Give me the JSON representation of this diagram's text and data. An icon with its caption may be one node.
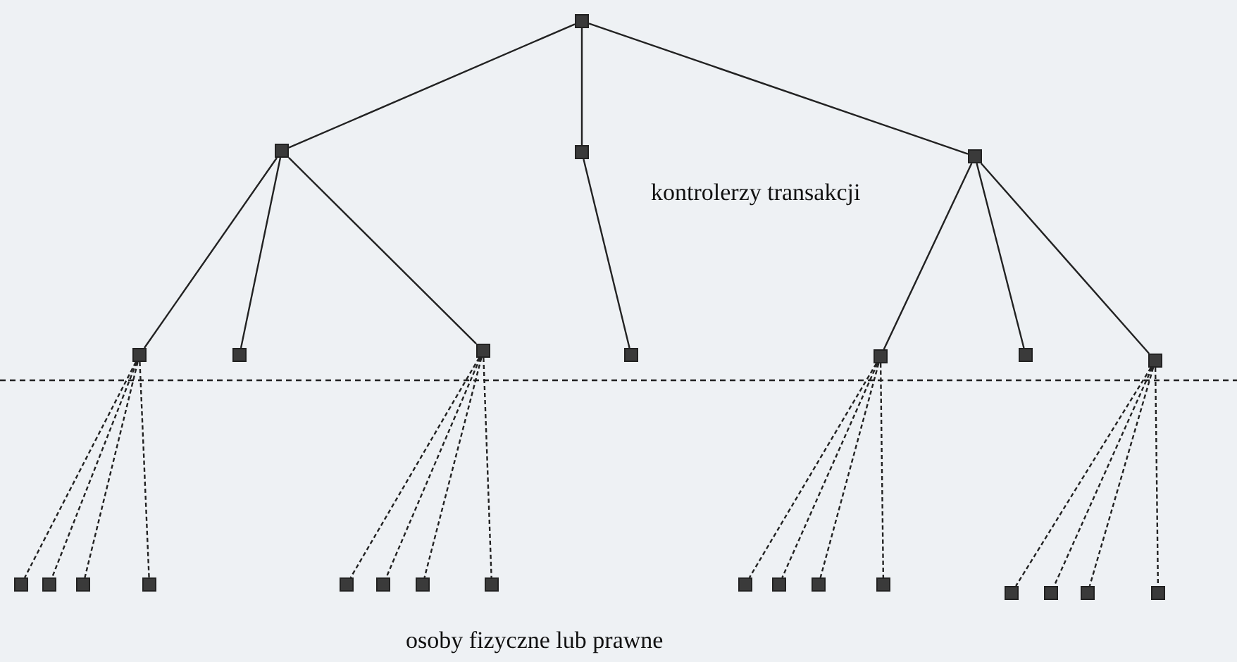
{
  "diagram": {
    "nodes": [
      {
        "text": [],
        "shape": "box"
      },
      {
        "text": [],
        "shape": "box"
      },
      {
        "text": [],
        "shape": "box"
      },
      {
        "text": [],
        "shape": "box"
      },
      {
        "text": [],
        "shape": "box"
      },
      {
        "text": [],
        "shape": "box"
      },
      {
        "text": [],
        "shape": "box"
      },
      {
        "text": [],
        "shape": "box"
      },
      {
        "text": [],
        "shape": "box"
      },
      {
        "text": [],
        "shape": "box"
      },
      {
        "text": [],
        "shape": "box"
      },
      {
        "text": [],
        "shape": "box"
      },
      {
        "text": [],
        "shape": "box"
      },
      {
        "text": [],
        "shape": "box"
      },
      {
        "text": [],
        "shape": "box"
      },
      {
        "text": [],
        "shape": "box"
      },
      {
        "text": [],
        "shape": "box"
      },
      {
        "text": [],
        "shape": "box"
      },
      {
        "text": [],
        "shape": "box"
      },
      {
        "text": [],
        "shape": "box"
      },
      {
        "text": [],
        "shape": "box"
      },
      {
        "text": [],
        "shape": "box"
      },
      {
        "text": [],
        "shape": "box"
      },
      {
        "text": [],
        "shape": "box"
      },
      {
        "text": [],
        "shape": "box"
      },
      {
        "text": [],
        "shape": "box"
      },
      {
        "text": [],
        "shape": "box"
      }
    ],
    "edges": [
      {
        "from": 0,
        "to": 1,
        "arrow": "none"
      },
      {
        "from": 0,
        "to": 2,
        "arrow": "none"
      },
      {
        "from": 0,
        "to": 3,
        "arrow": "none"
      },
      {
        "from": 1,
        "to": 4,
        "arrow": "none"
      },
      {
        "from": 1,
        "to": 5,
        "arrow": "none"
      },
      {
        "from": 1,
        "to": 6,
        "arrow": "none"
      },
      {
        "from": 2,
        "to": 7,
        "arrow": "none"
      },
      {
        "from": 3,
        "to": 8,
        "arrow": "none"
      },
      {
        "from": 3,
        "to": 9,
        "arrow": "none"
      },
      {
        "from": 3,
        "to": 10,
        "arrow": "none"
      },
      {
        "from": 4,
        "to": 11,
        "arrow": "none",
        "style": "dashed"
      },
      {
        "from": 4,
        "to": 12,
        "arrow": "none",
        "style": "dashed"
      },
      {
        "from": 4,
        "to": 13,
        "arrow": "none",
        "style": "dashed"
      },
      {
        "from": 4,
        "to": 14,
        "arrow": "none",
        "style": "dashed"
      },
      {
        "from": 6,
        "to": 15,
        "arrow": "none",
        "style": "dashed"
      },
      {
        "from": 6,
        "to": 16,
        "arrow": "none",
        "style": "dashed"
      },
      {
        "from": 6,
        "to": 17,
        "arrow": "none",
        "style": "dashed"
      },
      {
        "from": 6,
        "to": 18,
        "arrow": "none",
        "style": "dashed"
      },
      {
        "from": 8,
        "to": 19,
        "arrow": "none",
        "style": "dashed"
      },
      {
        "from": 8,
        "to": 20,
        "arrow": "none",
        "style": "dashed"
      },
      {
        "from": 8,
        "to": 21,
        "arrow": "none",
        "style": "dashed"
      },
      {
        "from": 8,
        "to": 22,
        "arrow": "none",
        "style": "dashed"
      },
      {
        "from": 10,
        "to": 23,
        "arrow": "none",
        "style": "dashed"
      },
      {
        "from": 10,
        "to": 24,
        "arrow": "none",
        "style": "dashed"
      },
      {
        "from": 10,
        "to": 25,
        "arrow": "none",
        "style": "dashed"
      },
      {
        "from": 10,
        "to": 26,
        "arrow": "none",
        "style": "dashed"
      }
    ],
    "labels": [
      "kontrolerzy transakcji",
      "osoby fizyczne lub prawne"
    ]
  }
}
